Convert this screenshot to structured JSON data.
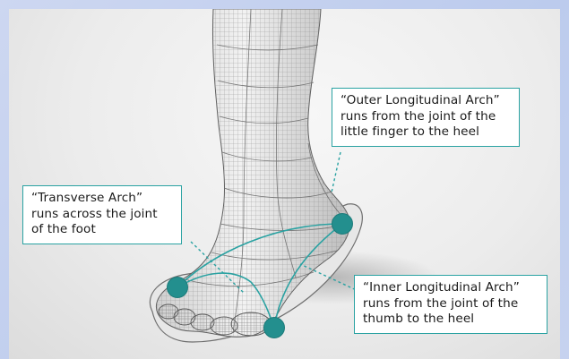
{
  "colors": {
    "accent": "#2aa2a2",
    "marker": "#238f8e",
    "outer_frame": "#c3cfee",
    "panel": "#ececec",
    "text": "#1a1a1a"
  },
  "callouts": {
    "outer": {
      "title": "“Outer Longitudinal Arch”",
      "line1": "runs from the joint of the",
      "line2": "little finger to the heel"
    },
    "transverse": {
      "title": "“Transverse Arch”",
      "line1": "runs across the joint",
      "line2": "of the foot"
    },
    "inner": {
      "title": "“Inner Longitudinal Arch”",
      "line1": "runs from the joint of the",
      "line2": "thumb to the heel"
    }
  }
}
